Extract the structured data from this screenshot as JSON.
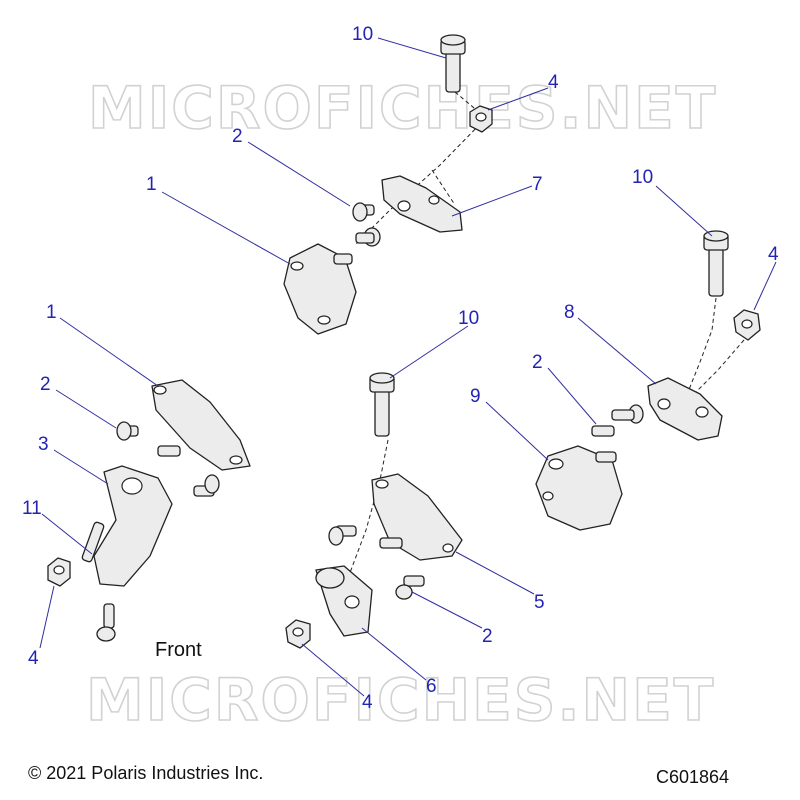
{
  "watermarks": [
    "MICROFICHES.NET",
    "MICROFICHES.NET"
  ],
  "callouts": [
    "10",
    "4",
    "2",
    "1",
    "7",
    "10",
    "4",
    "8",
    "2",
    "9",
    "1",
    "2",
    "3",
    "11",
    "4",
    "10",
    "5",
    "2",
    "6",
    "4"
  ],
  "front_label": "Front",
  "copyright": "© 2021 Polaris Industries Inc.",
  "figure_code": "C601864"
}
